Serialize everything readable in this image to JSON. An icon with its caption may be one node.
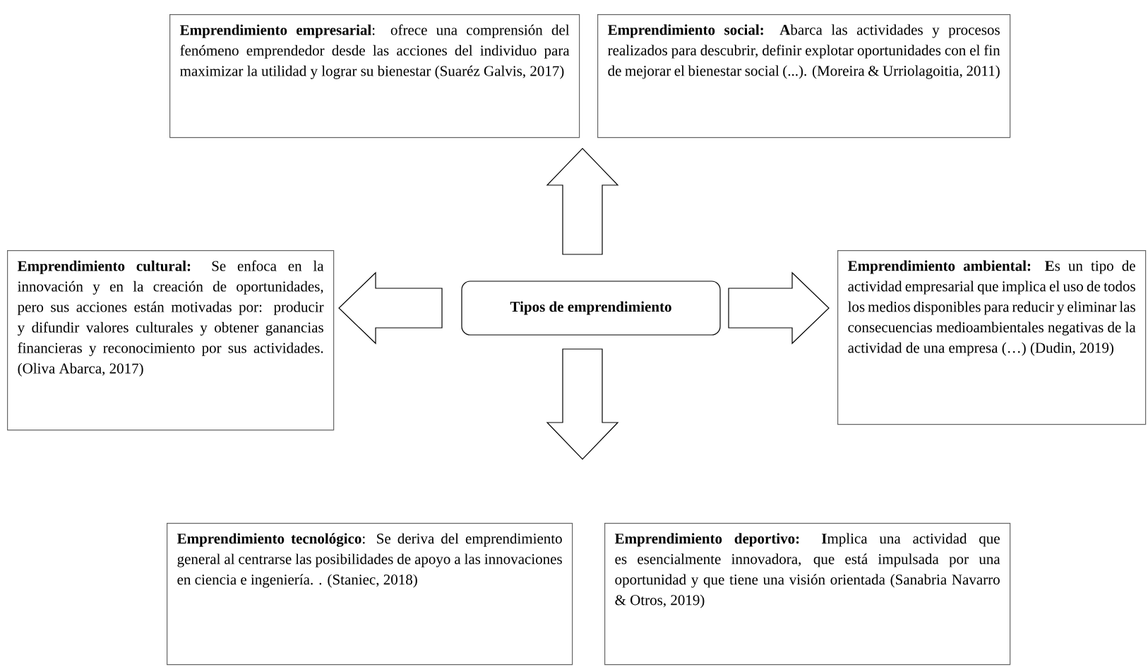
{
  "diagram": {
    "nodes": [
      {
        "text": [
          "Tipos de emprendimiento"
        ]
      },
      {
        "text": [
          "**Emprendimiento empresarial**: ofrece una comprensión del fenómeno emprendedor desde las acciones del individuo para maximizar la utilidad y lograr su bienestar (Suaréz Galvis, 2017)"
        ]
      },
      {
        "text": [
          "**Emprendimiento social: A**barca las actividades y procesos realizados para descubrir, definir explotar oportunidades con el fin de mejorar el bienestar social (...). (Moreira & Urriolagoitia, 2011)"
        ]
      },
      {
        "text": [
          "**Emprendimiento cultural:** Se enfoca en la innovación y en la creación de oportunidades, pero sus acciones están motivadas por: producir y difundir valores culturales y obtener ganancias financieras y reconocimiento por sus actividades. (Oliva Abarca, 2017)"
        ]
      },
      {
        "text": [
          "**Emprendimiento ambiental: E**s un tipo de actividad empresarial que implica el uso de todos los medios disponibles para reducir y eliminar las consecuencias medioambientales negativas de la actividad de una empresa (…) (Dudin, 2019)"
        ]
      },
      {
        "text": [
          "**Emprendimiento tecnológico**: Se deriva del emprendimiento general al centrarse las posibilidades de apoyo a las innovaciones en ciencia e ingeniería. . (Staniec, 2018)"
        ]
      },
      {
        "text": [
          "**Emprendimiento deportivo:** **I**mplica una actividad que es esencialmente innovadora, que está impulsada por una oportunidad y que tiene una visión orientada (Sanabria Navarro & Otros, 2019)"
        ]
      }
    ],
    "edges": [
      {
        "from": 0,
        "to": 1,
        "arrow": "to"
      },
      {
        "from": 0,
        "to": 2,
        "arrow": "to"
      },
      {
        "from": 0,
        "to": 3,
        "arrow": "to"
      },
      {
        "from": 0,
        "to": 4,
        "arrow": "to"
      },
      {
        "from": 0,
        "to": 5,
        "arrow": "to"
      },
      {
        "from": 0,
        "to": 6,
        "arrow": "to"
      }
    ]
  }
}
